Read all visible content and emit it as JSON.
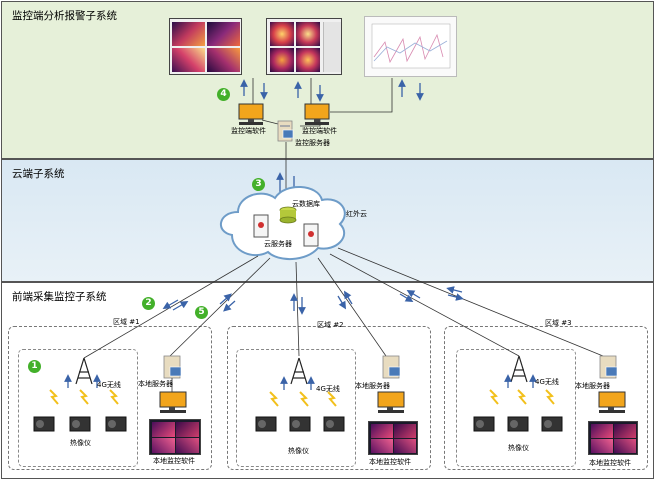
{
  "sections": {
    "monitor_title": "监控端分析报警子系统",
    "cloud_title": "云端子系统",
    "front_title": "前端采集监控子系统"
  },
  "monitor": {
    "software_label_1": "监控端软件",
    "software_label_2": "监控端软件",
    "server_label": "监控服务器"
  },
  "cloud": {
    "db_label": "云数据库",
    "server_label": "云服务器",
    "cloud_name": "红外云"
  },
  "regions": [
    {
      "name": "区域 #1",
      "wireless": "4G无线",
      "server": "本地服务器",
      "camera": "热像仪",
      "software": "本地监控软件"
    },
    {
      "name": "区域 #2",
      "wireless": "4G无线",
      "server": "本地服务器",
      "camera": "热像仪",
      "software": "本地监控软件"
    },
    {
      "name": "区域 #3",
      "wireless": "4G无线",
      "server": "本地服务器",
      "camera": "热像仪",
      "software": "本地监控软件"
    }
  ],
  "badges": {
    "b1": "1",
    "b2": "2",
    "b3": "3",
    "b4": "4",
    "b5": "5"
  },
  "colors": {
    "monitor_bg": "#e6f0d9",
    "cloud_bg": "#dce9f2",
    "front_bg": "#ffffff",
    "badge": "#43b02a",
    "arrow": "#3a63a8"
  }
}
